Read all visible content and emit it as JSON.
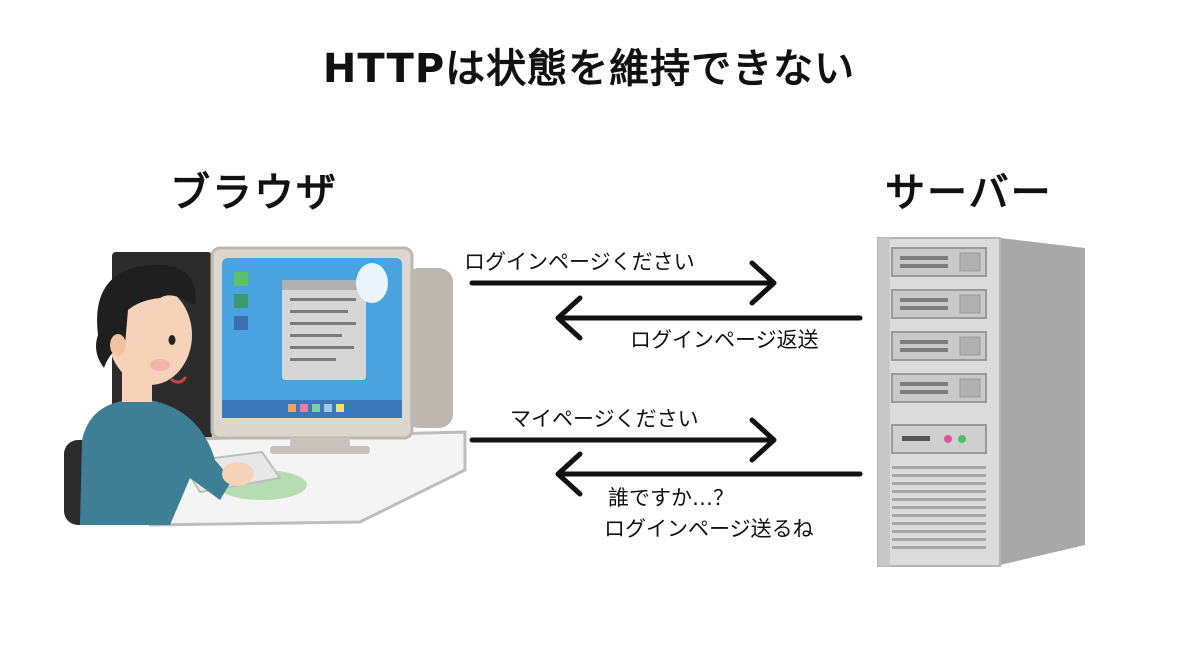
{
  "title": "HTTPは状態を維持できない",
  "nodes": {
    "browser": "ブラウザ",
    "server": "サーバー"
  },
  "messages": [
    {
      "id": "request-login",
      "direction": "browser-to-server",
      "lines": [
        "ログインページください"
      ]
    },
    {
      "id": "response-login",
      "direction": "server-to-browser",
      "lines": [
        "ログインページ返送"
      ]
    },
    {
      "id": "request-mypage",
      "direction": "browser-to-server",
      "lines": [
        "マイページください"
      ]
    },
    {
      "id": "response-who",
      "direction": "server-to-browser",
      "lines": [
        "誰ですか…？",
        "ログインページ送るね"
      ]
    }
  ],
  "icons": {
    "browser": "person-at-computer-icon",
    "server": "server-tower-icon"
  },
  "colors": {
    "arrow": "#111111",
    "screen": "#4aa3df",
    "server_body": "#d9d9d9",
    "shirt": "#3f7f95"
  }
}
